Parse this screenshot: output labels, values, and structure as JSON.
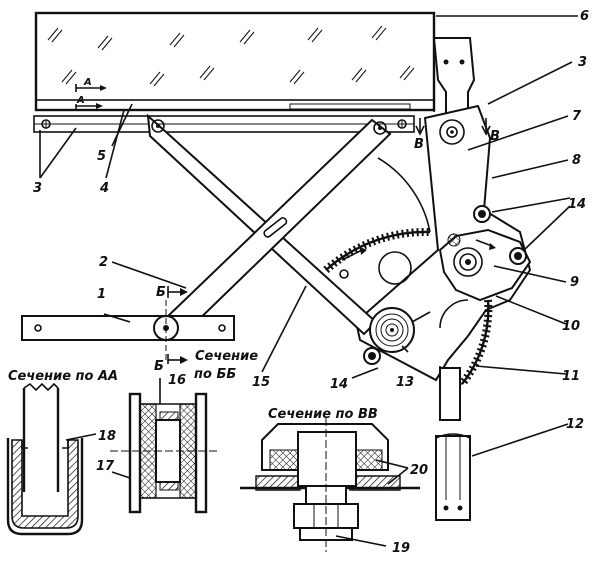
{
  "labels": {
    "l1": "1",
    "l2": "2",
    "l3a": "3",
    "l3b": "3",
    "l4": "4",
    "l5": "5",
    "l6": "6",
    "l7": "7",
    "l8": "8",
    "l9": "9",
    "l10": "10",
    "l11": "11",
    "l12": "12",
    "l13": "13",
    "l14a": "14",
    "l14b": "14",
    "l15": "15",
    "l16": "16",
    "l17": "17",
    "l18": "18",
    "l19": "19",
    "l20": "20"
  },
  "section_marks": {
    "a1": "A",
    "a2": "A",
    "b1": "Б",
    "b2": "Б",
    "v1": "В",
    "v2": "В"
  },
  "captions": {
    "section_aa": "Сечение по АА",
    "section_bb_line1": "Сечение",
    "section_bb_line2": "по ББ",
    "section_vv": "Сечение по ВВ"
  }
}
